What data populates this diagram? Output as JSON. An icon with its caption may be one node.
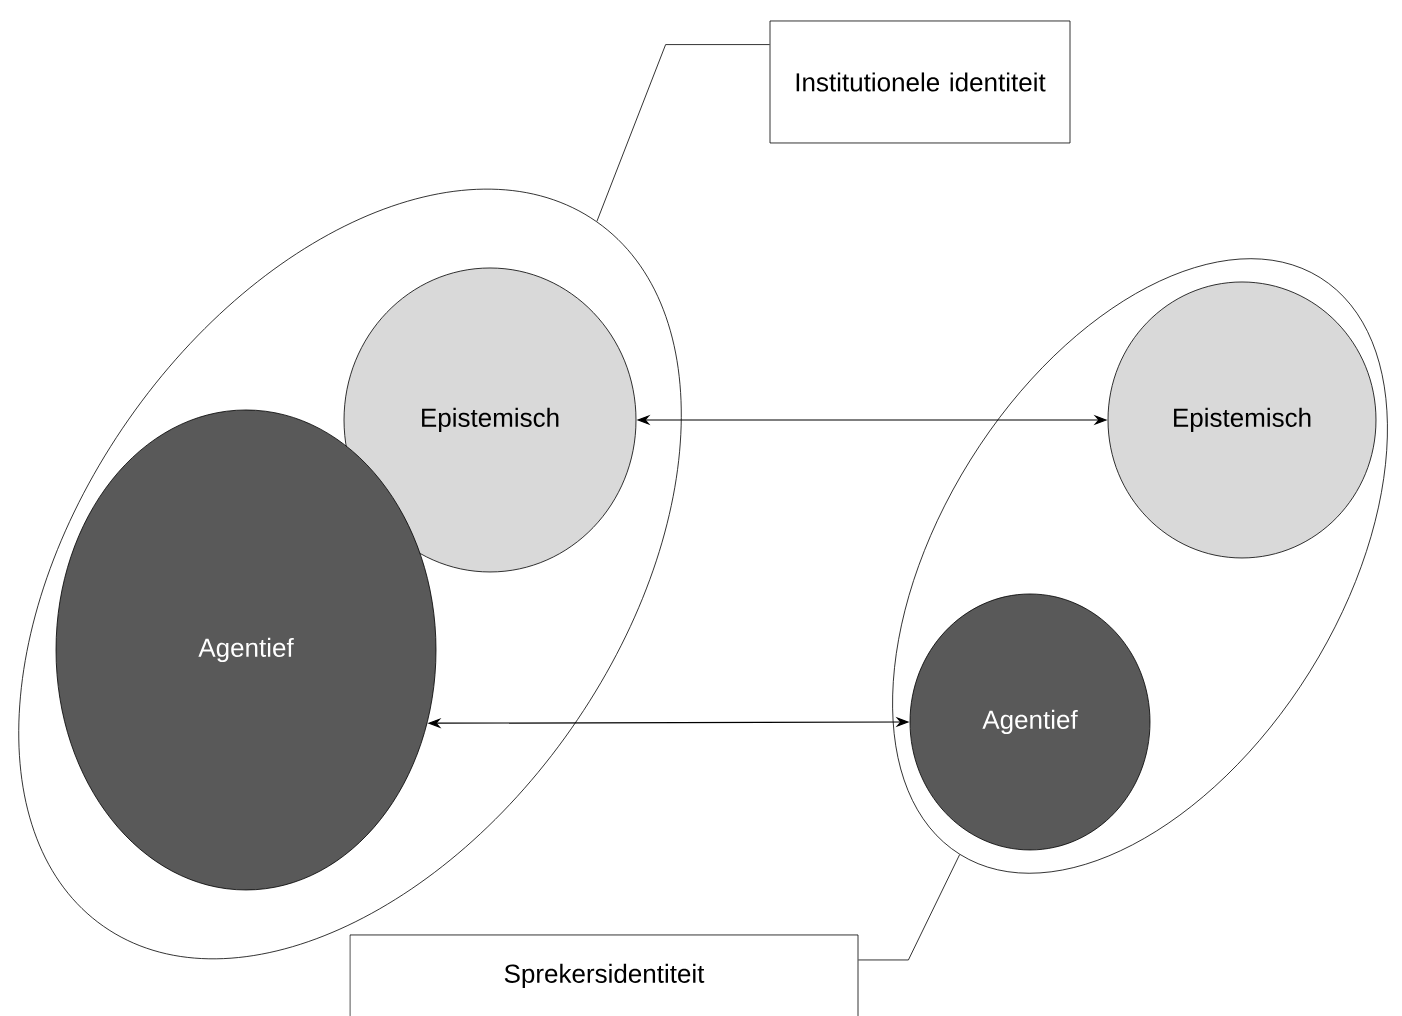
{
  "diagram": {
    "nodes": [
      {
        "text": [
          "Institutionele identiteit"
        ]
      },
      {
        "text": [],
        "shape": "ellipse"
      },
      {
        "text": [
          "Epistemisch"
        ],
        "in": 1
      },
      {
        "text": [
          "Agentief"
        ],
        "in": 1
      },
      {
        "text": [],
        "shape": "ellipse"
      },
      {
        "text": [
          "Epistemisch"
        ],
        "in": 4
      },
      {
        "text": [
          "Agentief"
        ],
        "in": 4
      },
      {
        "text": [
          "Sprekersidentiteit"
        ]
      }
    ],
    "edges": [
      {
        "from": 0,
        "to": 1,
        "arrow": "none"
      },
      {
        "from": 2,
        "to": 5,
        "arrow": "both"
      },
      {
        "from": 3,
        "to": 6,
        "arrow": "both"
      },
      {
        "from": 7,
        "to": 4,
        "arrow": "none"
      }
    ]
  }
}
